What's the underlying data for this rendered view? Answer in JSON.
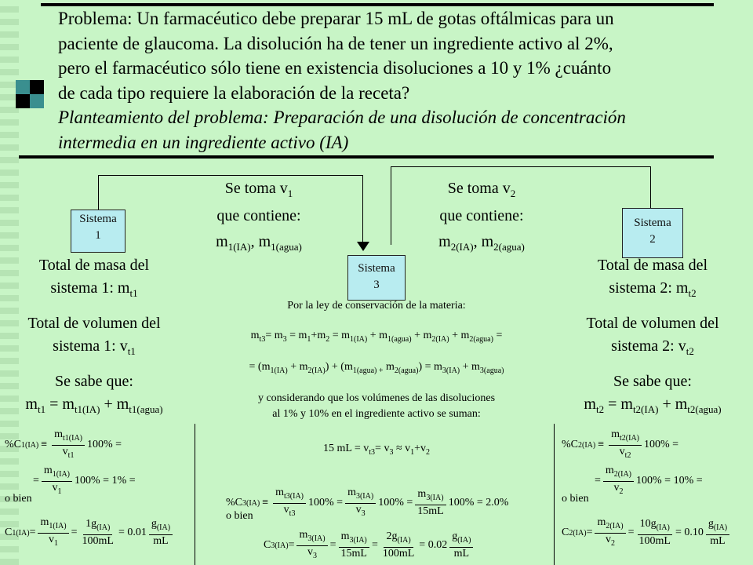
{
  "problem": {
    "line1": "Problema: Un farmacéutico debe preparar 15 mL de gotas oftálmicas para un",
    "line2": "paciente de glaucoma. La disolución ha de tener un ingrediente activo al 2%,",
    "line3": "pero el farmacéutico sólo tiene en existencia disoluciones a 10 y 1% ¿cuánto",
    "line4": "de cada tipo requiere la elaboración de la receta?",
    "plan1": "Planteamiento del problema: Preparación de una disolución de concentración",
    "plan2": "intermedia en un ingrediente activo (IA)"
  },
  "systems": {
    "s1_line1": "Sistema",
    "s1_line2": "1",
    "s2_line1": "Sistema",
    "s2_line2": "2",
    "s3_line1": "Sistema",
    "s3_line2": "3"
  },
  "transfer": {
    "left_take": "Se toma v",
    "left_sub": "1",
    "left_contains": "que contiene:",
    "left_mass": "m",
    "right_take": "Se toma v",
    "right_sub": "2",
    "right_contains": "que contiene:"
  },
  "left": {
    "mass_total_1": "Total de masa del",
    "mass_total_2": "sistema 1: m",
    "vol_total_1": "Total de volumen del",
    "vol_total_2": "sistema 1: v",
    "known": "Se sabe que:",
    "obien": "o bien"
  },
  "right": {
    "mass_total_1": "Total de masa del",
    "mass_total_2": "sistema 2: m",
    "vol_total_1": "Total de volumen del",
    "vol_total_2": "sistema 2: v",
    "known": "Se sabe que:",
    "obien": "o bien"
  },
  "center": {
    "law": "Por la ley de conservación de la materia:",
    "volumes1": "y considerando que los volúmenes de las disoluciones",
    "volumes2": "al 1% y 10% en el ingrediente activo se suman:",
    "obien": "o bien"
  },
  "colors": {
    "background": "#c8f5c6",
    "box": "#b8ecf0",
    "dark_square": "#000000",
    "teal_square": "#3a8f8f"
  }
}
